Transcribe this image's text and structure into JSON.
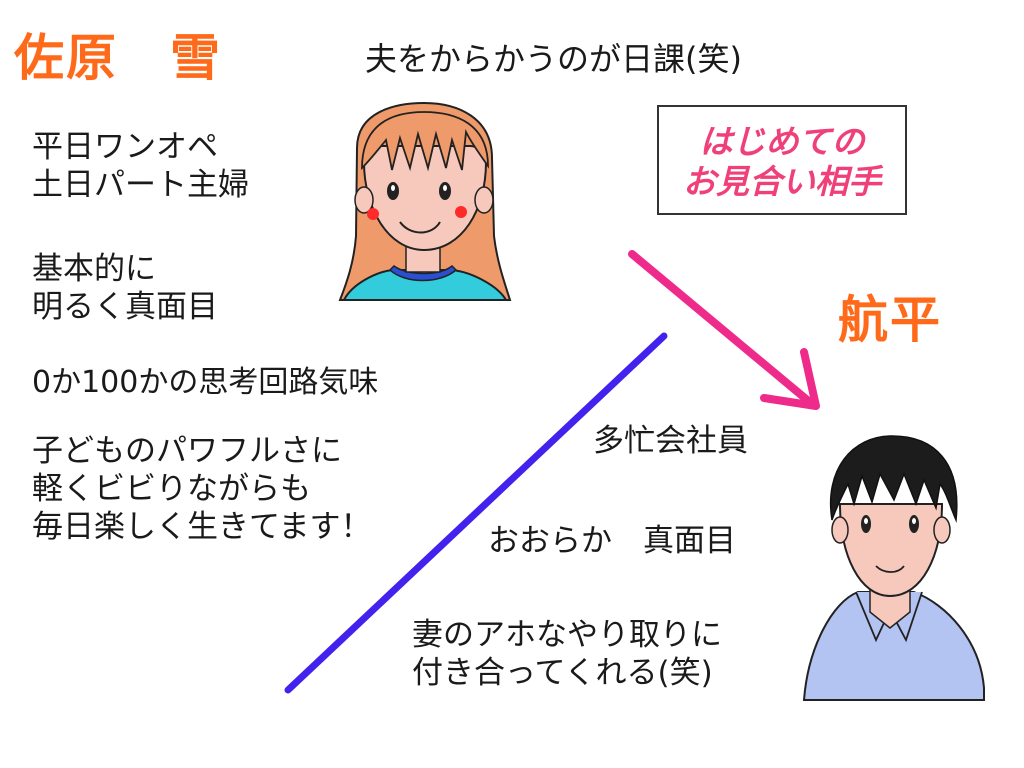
{
  "wife": {
    "name": "佐原　雪",
    "tagline": "夫をからかうのが日課(笑)",
    "traits": [
      "平日ワンオペ\n土日パート主婦",
      "基本的に\n明るく真面目",
      "0か100かの思考回路気味",
      "子どものパワフルさに\n軽くビビりながらも\n毎日楽しく生きてます！"
    ]
  },
  "badge": {
    "line1": "はじめての",
    "line2": "お見合い相手"
  },
  "husband": {
    "name": "航平",
    "traits": [
      "多忙会社員",
      "おおらか　真面目",
      "妻のアホなやり取りに\n付き合ってくれる(笑)"
    ]
  },
  "colors": {
    "name_orange": "#ff6a1a",
    "badge_pink": "#f0407a",
    "arrow_pink": "#ee2a8a",
    "divider_purple": "#4422ee",
    "wife_hair": "#ef9a6a",
    "wife_shirt": "#33ccdd",
    "husband_shirt": "#b3c3f2",
    "skin": "#f7c9bc"
  }
}
